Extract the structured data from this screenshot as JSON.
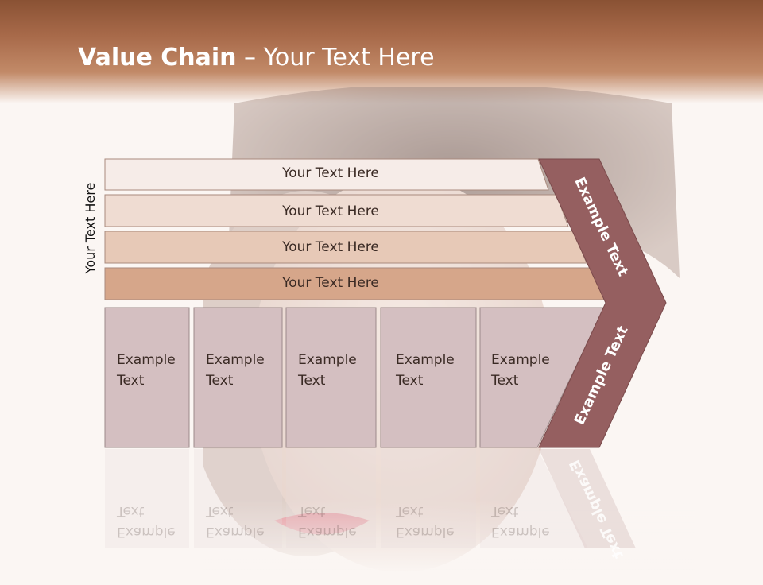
{
  "slide": {
    "title_bold": "Value Chain",
    "title_rest": " – Your Text Here",
    "side_label": "Your Text Here",
    "rows": [
      {
        "label": "Your Text Here"
      },
      {
        "label": "Your Text Here"
      },
      {
        "label": "Your Text Here"
      },
      {
        "label": "Your Text Here"
      }
    ],
    "boxes": [
      {
        "line1": "Example",
        "line2": "Text"
      },
      {
        "line1": "Example",
        "line2": "Text"
      },
      {
        "line1": "Example",
        "line2": "Text"
      },
      {
        "line1": "Example",
        "line2": "Text"
      },
      {
        "line1": "Example",
        "line2": "Text"
      }
    ],
    "chevron_top": "Example Text",
    "chevron_bottom": "Example Text",
    "colors": {
      "header": "#a86a4a",
      "row1": "#f6ece8",
      "row2": "#efdcd2",
      "row3": "#e7c9b7",
      "row4": "#d6a68a",
      "box": "#d4bfc1",
      "chevron": "#955f60"
    }
  }
}
